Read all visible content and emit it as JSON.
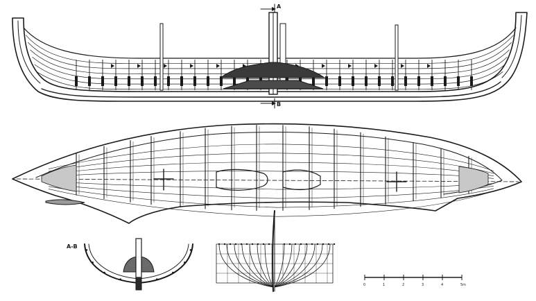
{
  "labels": {
    "section_a": "A",
    "section_b": "B",
    "section_ab": "A-B"
  },
  "scale_bar": {
    "ticks": [
      "0",
      "1",
      "2",
      "3",
      "4",
      "5m"
    ]
  },
  "colors": {
    "ink": "#1a1a1a",
    "paper": "#ffffff",
    "hatch": "#555555"
  }
}
